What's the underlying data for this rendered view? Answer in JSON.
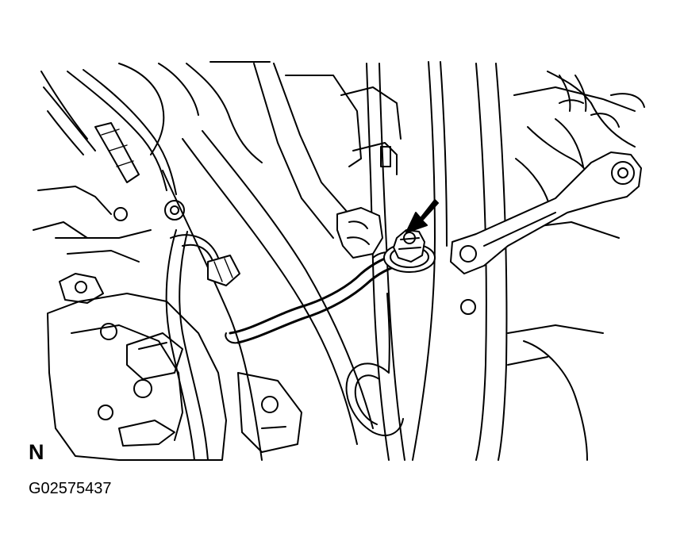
{
  "diagram": {
    "view_label": "N",
    "figure_code": "G02575437",
    "line_color": "#000000",
    "background_color": "#ffffff",
    "callout": "arrow-pointing-to-ground-bolt"
  }
}
